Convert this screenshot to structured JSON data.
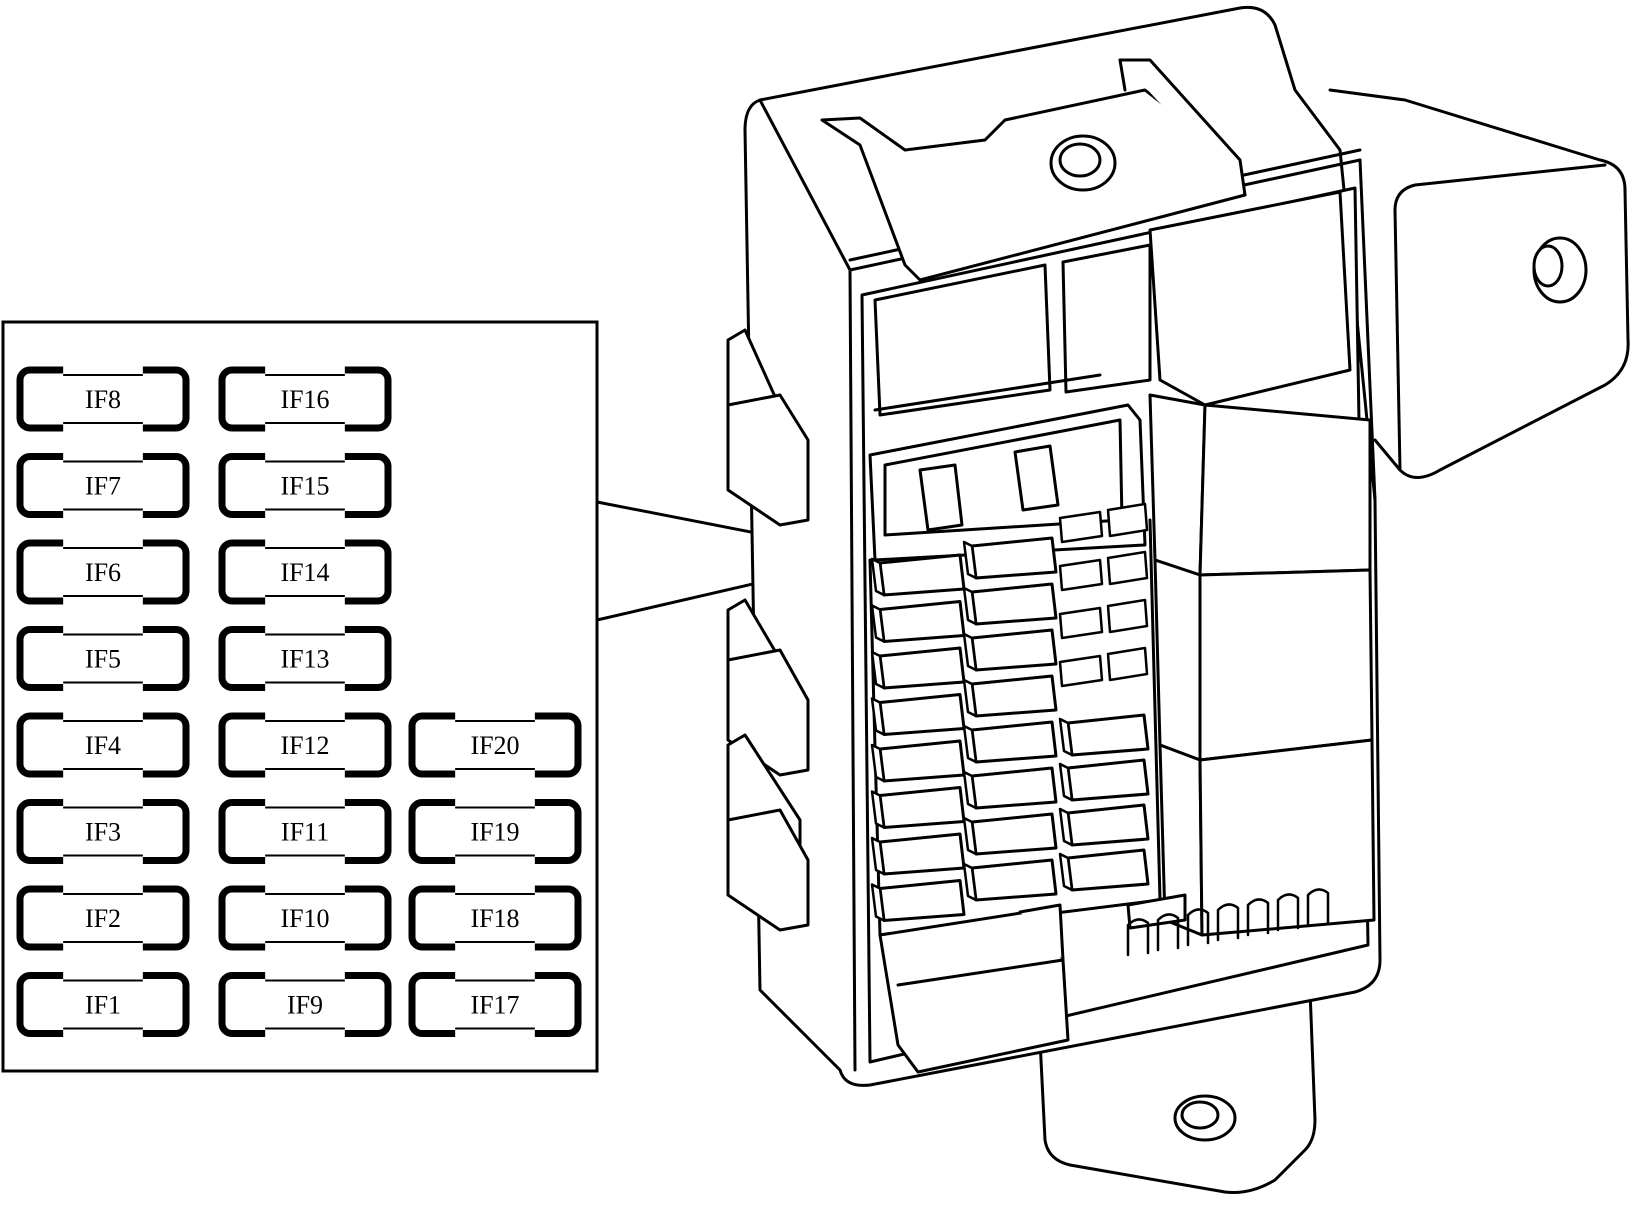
{
  "diagram": {
    "fuse_layout": {
      "columns": [
        {
          "fuses": [
            "IF8",
            "IF7",
            "IF6",
            "IF5",
            "IF4",
            "IF3",
            "IF2",
            "IF1"
          ]
        },
        {
          "fuses": [
            "IF16",
            "IF15",
            "IF14",
            "IF13",
            "IF12",
            "IF11",
            "IF10",
            "IF9"
          ]
        },
        {
          "fuses": [
            "IF20",
            "IF19",
            "IF18",
            "IF17"
          ]
        }
      ]
    },
    "colors": {
      "line": "#000000",
      "background": "#ffffff"
    }
  }
}
